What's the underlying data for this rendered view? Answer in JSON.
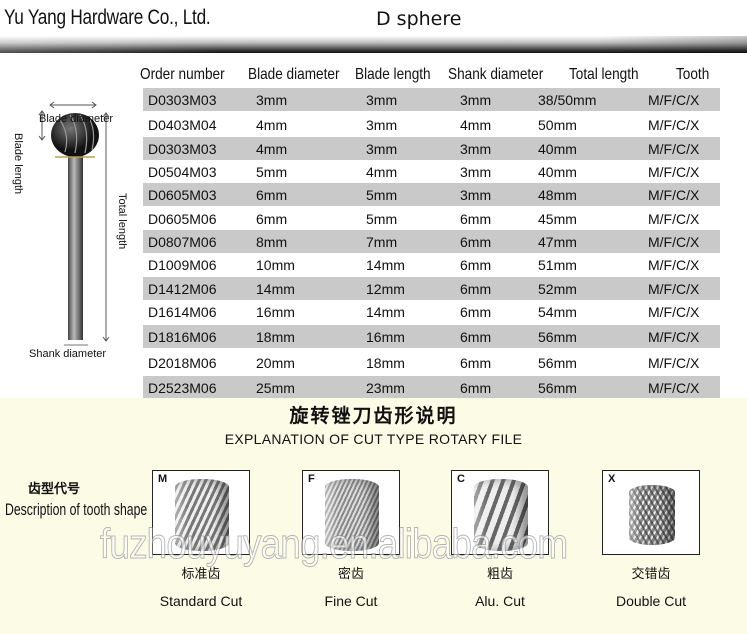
{
  "header": {
    "company": "Yu Yang Hardware Co., Ltd.",
    "title": "D sphere"
  },
  "diagram": {
    "blade_diameter": "Blade diameter",
    "blade_length": "Blade length",
    "total_length": "Total length",
    "shank_diameter": "Shank diameter"
  },
  "table": {
    "columns": [
      "Order number",
      "Blade diameter",
      "Blade length",
      "Shank diameter",
      "Total length",
      "Tooth"
    ],
    "rows": [
      [
        "D0303M03",
        "3mm",
        "3mm",
        "3mm",
        "38/50mm",
        "M/F/C/X"
      ],
      [
        "D0403M04",
        "4mm",
        "3mm",
        "4mm",
        "50mm",
        "M/F/C/X"
      ],
      [
        "D0303M03",
        "4mm",
        "3mm",
        "3mm",
        "40mm",
        "M/F/C/X"
      ],
      [
        "D0504M03",
        "5mm",
        "4mm",
        "3mm",
        "40mm",
        "M/F/C/X"
      ],
      [
        "D0605M03",
        "6mm",
        "5mm",
        "3mm",
        "48mm",
        "M/F/C/X"
      ],
      [
        "D0605M06",
        "6mm",
        "5mm",
        "6mm",
        "45mm",
        "M/F/C/X"
      ],
      [
        "D0807M06",
        "8mm",
        "7mm",
        "6mm",
        "47mm",
        "M/F/C/X"
      ],
      [
        "D1009M06",
        "10mm",
        "14mm",
        "6mm",
        "51mm",
        "M/F/C/X"
      ],
      [
        "D1412M06",
        "14mm",
        "12mm",
        "6mm",
        "52mm",
        "M/F/C/X"
      ],
      [
        "D1614M06",
        "16mm",
        "14mm",
        "6mm",
        "54mm",
        "M/F/C/X"
      ],
      [
        "D1816M06",
        "18mm",
        "16mm",
        "6mm",
        "56mm",
        "M/F/C/X"
      ],
      [
        "D2018M06",
        "20mm",
        "18mm",
        "6mm",
        "56mm",
        "M/F/C/X"
      ],
      [
        "D2523M06",
        "25mm",
        "23mm",
        "6mm",
        "56mm",
        "M/F/C/X"
      ]
    ]
  },
  "explanation": {
    "title_cn": "旋转锉刀齿形说明",
    "title_en": "EXPLANATION OF CUT TYPE ROTARY FILE",
    "desc_cn": "齿型代号",
    "desc_en": "Description of tooth shape",
    "cuts": [
      {
        "code": "M",
        "cn": "标准齿",
        "en": "Standard Cut"
      },
      {
        "code": "F",
        "cn": "密齿",
        "en": "Fine Cut"
      },
      {
        "code": "C",
        "cn": "粗齿",
        "en": "Alu. Cut"
      },
      {
        "code": "X",
        "cn": "交错齿",
        "en": "Double Cut"
      }
    ]
  },
  "watermark": "fuzhouyuyang.en.alibaba.com"
}
